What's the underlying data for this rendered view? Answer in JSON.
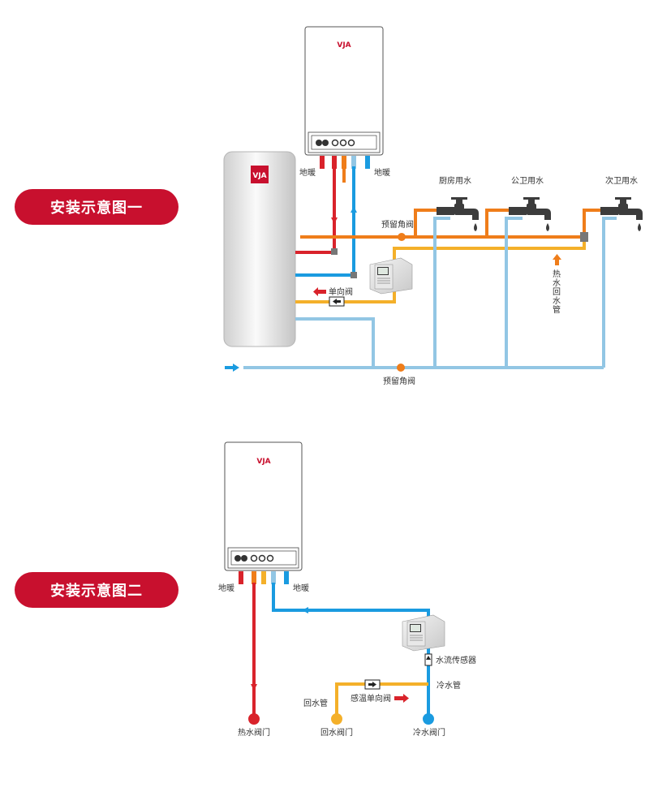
{
  "headings": {
    "diagram1": "安装示意图一",
    "diagram2": "安装示意图二"
  },
  "brand": "VJA",
  "diagram1": {
    "floor_heating_left": "地暖",
    "floor_heating_right": "地暖",
    "kitchen": "厨房用水",
    "public_bath": "公卫用水",
    "second_bath": "次卫用水",
    "angle_valve_top": "预留角阀",
    "angle_valve_bottom": "预留角阀",
    "check_valve": "单向阀",
    "return_pipe": [
      "热",
      "水",
      "回",
      "水",
      "管"
    ]
  },
  "diagram2": {
    "floor_heating_left": "地暖",
    "floor_heating_right": "地暖",
    "flow_sensor": "水流传感器",
    "cold_pipe": "冷水管",
    "return_pipe": "回水管",
    "temp_check_valve": "感温单向阀",
    "hot_valve": "热水阀门",
    "return_valve": "回水阀门",
    "cold_valve": "冷水阀门"
  },
  "colors": {
    "red": "#d9232b",
    "hot_orange": "#ef7d1a",
    "return_yellow": "#f4b02a",
    "cold_blue": "#92c6e4",
    "boiler_blue": "#1a9be0"
  }
}
